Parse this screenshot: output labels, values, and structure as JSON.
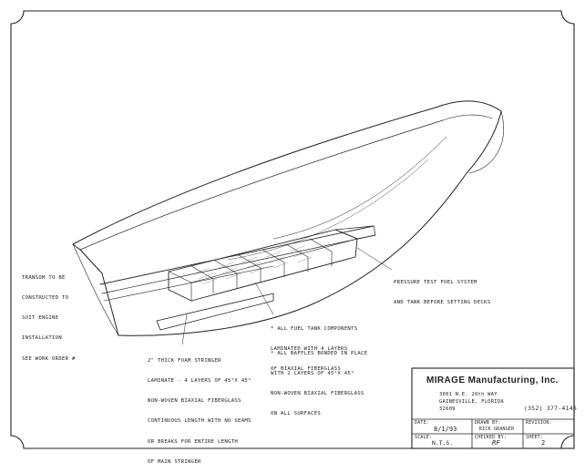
{
  "notes": {
    "transom": [
      "TRANSOM TO BE",
      "CONSTRUCTED TO",
      "SUIT ENGINE",
      "INSTALLATION",
      "SEE WORK ORDER #"
    ],
    "pressure_test": [
      "PRESSURE TEST FUEL SYSTEM",
      "AND TANK BEFORE SETTING DECKS"
    ],
    "fuel_tank": [
      "* ALL FUEL TANK COMPONENTS",
      "LAMINATED WITH 4 LAYERS",
      "OF BIAXIAL FIBERGLASS"
    ],
    "baffles": [
      "* ALL BAFFLES BONDED IN PLACE",
      "WITH 2 LAYERS OF 45°x 45°",
      "NON-WOVEN BIAXIAL FIBERGLASS",
      "ON ALL SURFACES"
    ],
    "stringer": [
      "2\" THICK FOAM STRINGER",
      "LAMINATE - 4 LAYERS OF 45°x 45°",
      "NON-WOVEN BIAXIAL FIBERGLASS",
      "CONTINUOUS LENGTH WITH NO SEAMS",
      "OR BREAKS FOR ENTIRE LENGTH",
      "OF MAIN STRINGER"
    ]
  },
  "title_block": {
    "company": "MIRAGE Manufacturing, Inc.",
    "address_line1": "3001 N.E. 20th WAY",
    "address_line2": "GAINESVILLE, FLORIDA",
    "address_line3": "32609",
    "phone": "(352) 377-4146",
    "date_label": "DATE:",
    "date_value": "8/1/93",
    "drawn_by_label": "DRAWN BY:",
    "drawn_by_value": "RICK GRANGER",
    "revision_label": "REVISION:",
    "scale_label": "SCALE:",
    "scale_value": "N.T.S.",
    "checked_by_label": "CHECKED BY:",
    "checked_by_value": "RF",
    "sheet_label": "SHEET:",
    "sheet_value": "2"
  }
}
